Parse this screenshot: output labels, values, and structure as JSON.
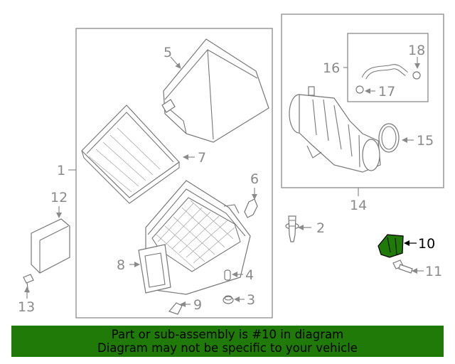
{
  "callouts": {
    "c1": "1",
    "c2": "2",
    "c3": "3",
    "c4": "4",
    "c5": "5",
    "c6": "6",
    "c7": "7",
    "c8": "8",
    "c9": "9",
    "c10": "10",
    "c11": "11",
    "c12": "12",
    "c13": "13",
    "c14": "14",
    "c15": "15",
    "c16": "16",
    "c17": "17",
    "c18": "18"
  },
  "highlight": {
    "part": "10",
    "color": "#1f7a08"
  },
  "banner": {
    "line1": "Part or sub-assembly is #10 in diagram",
    "line2": "Diagram may not be specific to your vehicle",
    "background": "#1f7a08"
  }
}
